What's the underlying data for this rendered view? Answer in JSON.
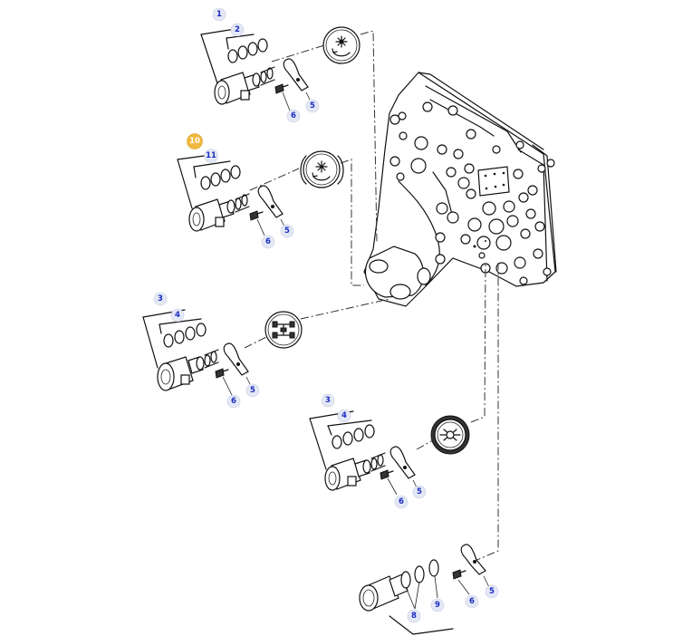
{
  "callouts": {
    "c1": "1",
    "c2": "2",
    "c3": "3",
    "c4": "4",
    "c5": "5",
    "c6": "6",
    "c8": "8",
    "c9": "9",
    "c10": "10",
    "c11": "11"
  },
  "highlight_color": "#f0b840",
  "callout_text_color": "#1a2cc2",
  "symbols": [
    "brake-fan-symbol",
    "fan-reverse-symbol",
    "four-wheel-drive-symbol",
    "pto-symbol"
  ]
}
